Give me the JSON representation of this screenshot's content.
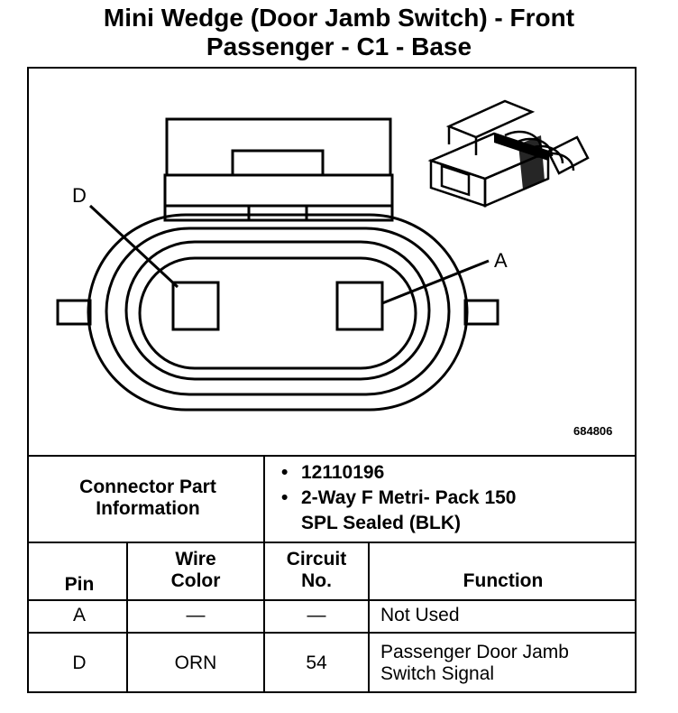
{
  "title": {
    "line1": "Mini Wedge (Door Jamb Switch) - Front",
    "line2": "Passenger - C1 - Base"
  },
  "diagram": {
    "figure_number": "684806",
    "pin_labels": [
      "D",
      "A"
    ]
  },
  "connector_info": {
    "label_line1": "Connector Part",
    "label_line2": "Information",
    "items": [
      "12110196",
      "2-Way F Metri- Pack 150",
      "SPL Sealed (BLK)"
    ]
  },
  "table": {
    "headers": {
      "pin": "Pin",
      "wire_line1": "Wire",
      "wire_line2": "Color",
      "circuit_line1": "Circuit",
      "circuit_line2": "No.",
      "function": "Function"
    },
    "rows": [
      {
        "pin": "A",
        "wire": "—",
        "circuit": "—",
        "function_line1": "Not Used",
        "function_line2": ""
      },
      {
        "pin": "D",
        "wire": "ORN",
        "circuit": "54",
        "function_line1": "Passenger Door Jamb",
        "function_line2": "Switch Signal"
      }
    ]
  }
}
